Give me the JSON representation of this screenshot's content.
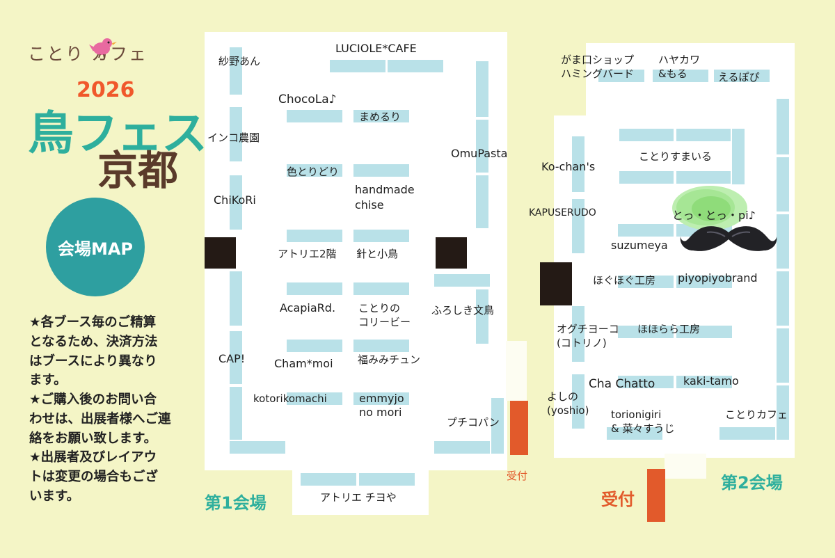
{
  "brand": {
    "name": "ことり カフェ"
  },
  "title": {
    "year": "2026",
    "main": "鳥フェス",
    "city": "京都"
  },
  "map_badge": "会場MAP",
  "notes": [
    "★各ブース毎のご精算",
    "となるため、決済方法",
    "はブースにより異なり",
    "ます。",
    "★ご購入後のお問い合",
    "わせは、出展者様へご連",
    "絡をお願い致します。",
    "★出展者及びレイアウ",
    "トは変更の場合もござ",
    "います。"
  ],
  "halls": {
    "hall1": "第1会場",
    "hall2": "第2会場"
  },
  "reception": {
    "small": "受付",
    "large": "受付"
  },
  "booths": {
    "hall1": {
      "sayano_an": "紗野あん",
      "luciole_cafe": "LUCIOLE*CAFE",
      "chocola": "ChocoLa♪",
      "mamemeruri": "まめるり",
      "inko_nouen": "インコ農園",
      "omupasta": "OmuPasta",
      "irotoridori": "色とりどり",
      "handmade_chise": "handmade\nchise",
      "chikori": "ChiKoRi",
      "atelier_2kai": "アトリエ2階",
      "hari_to_kotori": "針と小鳥",
      "acapia_rd": "AcapiaRd.",
      "kotori_no_kolibi": "ことりの\nコリービー",
      "furoshiki_buncho": "ふろしき文鳥",
      "cap": "CAP!",
      "cham_moi": "Cham*moi",
      "fukumimi_chun": "福みみチュン",
      "kotorikomachi": "kotorikomachi",
      "emmyjo_no_mori": "emmyjo\nno mori",
      "puchikopan": "プチコパン",
      "atelier_chiyoya": "アトリエ チヨや"
    },
    "hall2": {
      "gamaguchi": "がま口ショップ\nハミングバード",
      "hayakawa_moru": "ハヤカワ\n&もる",
      "erupopi": "えるぽぴ",
      "kotori_smile": "ことりすまいる",
      "ko_chans": "Ko-chan's",
      "kapuserudo": "KAPUSERUDO",
      "totto_pi": "とっ・とっ・pi♪",
      "suzumeya": "suzumeya",
      "hoguhogu_kobo": "ほぐほぐ工房",
      "piyopiyobrand": "piyopiyobrand",
      "oguchi_yoko": "オグチヨーコ\n(コトリノ)",
      "hohorara_kobo": "ほほらら工房",
      "cha_chatto": "Cha Chatto",
      "kaki_tamo": "kaki-tamo",
      "yoshino": "よしの\n(yoshio)",
      "torionigiri": "torionigiri\n& 菜々すうじ",
      "kotori_cafe": "ことりカフェ"
    }
  },
  "colors": {
    "background": "#f4f5c6",
    "booth_desk": "#b9e1e8",
    "pillar": "#241a15",
    "reception": "#e25a2b",
    "accent_teal": "#2eaf9d",
    "badge": "#2e9fa0",
    "highlight": "#8fdc7a"
  },
  "icons": [
    "bird-icon",
    "mustache-icon"
  ]
}
